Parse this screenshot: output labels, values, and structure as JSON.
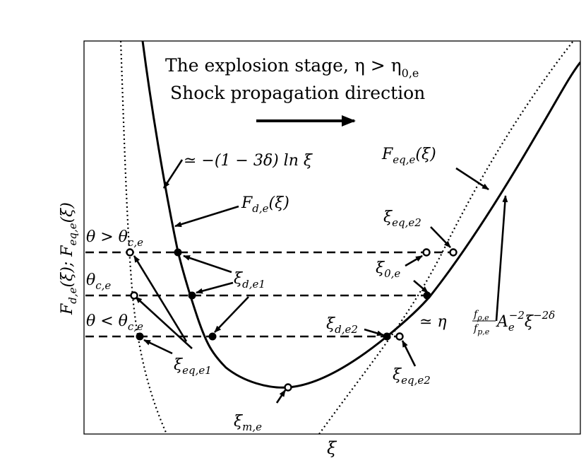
{
  "figure": {
    "title_line1": "The explosion stage, η > η",
    "title_line1_sub": "0,e",
    "title_line2": "Shock propagation direction",
    "x_axis_label": "ξ",
    "y_axis_label": "F",
    "y_axis_label_sub1": "d,e",
    "y_axis_label_mid": "(ξ); F",
    "y_axis_label_sub2": "eq,e",
    "y_axis_label_end": "(ξ)"
  },
  "labels": {
    "log_curve": "≃ −(1 − 3δ) ln ξ",
    "fd_main": "F",
    "fd_sub": "d,e",
    "fd_end": "(ξ)",
    "feq_main": "F",
    "feq_sub": "eq,e",
    "feq_end": "(ξ)",
    "theta_gt": "θ > θ",
    "theta_gt_sub": "c,e",
    "theta_c": "θ",
    "theta_c_sub": "c,e",
    "theta_lt": "θ < θ",
    "theta_lt_sub": "c,e",
    "xi_eq_e2_top": "ξ",
    "xi_eq_e2_top_sub": "eq,e2",
    "xi_0e": "ξ",
    "xi_0e_sub": "0,e",
    "xi_d_e1": "ξ",
    "xi_d_e1_sub": "d,e1",
    "xi_d_e2": "ξ",
    "xi_d_e2_sub": "d,e2",
    "xi_eq_e1": "ξ",
    "xi_eq_e1_sub": "eq,e1",
    "xi_eq_e2_bottom": "ξ",
    "xi_eq_e2_bottom_sub": "eq,e2",
    "xi_m_e": "ξ",
    "xi_m_e_sub": "m,e",
    "power_law_prefix": "≃ η",
    "power_law_frac_num": "f",
    "power_law_frac_num_sub": "ρ,e",
    "power_law_frac_den": "f",
    "power_law_frac_den_sub": "p,e",
    "power_law_A": "A",
    "power_law_A_sub": "e",
    "power_law_A_sup": "−2",
    "power_law_xi": "ξ",
    "power_law_xi_sup": "−2δ"
  },
  "style": {
    "ink": "#000000",
    "background": "#ffffff"
  }
}
